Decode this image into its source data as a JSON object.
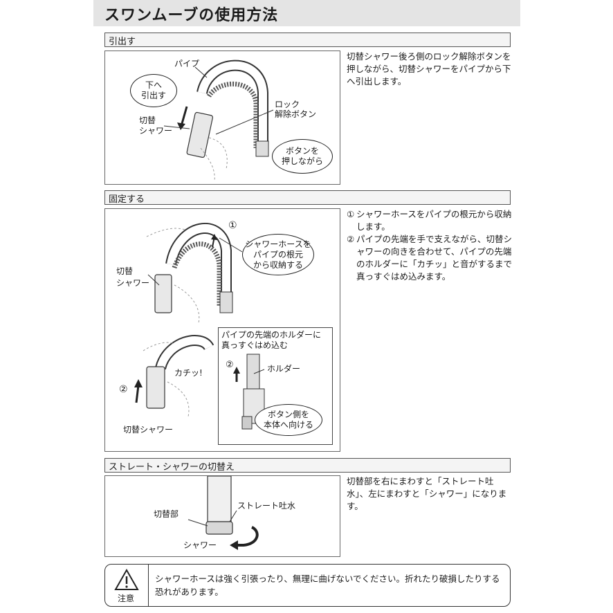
{
  "title": "スワンムーブの使用方法",
  "sections": [
    {
      "heading": "引出す",
      "labels": {
        "pipe": "パイプ",
        "lock_button": "ロック\n解除ボタン",
        "switch_shower": "切替\nシャワー"
      },
      "bubbles": {
        "pull_down": "下へ\n引出す",
        "press_button": "ボタンを\n押しながら"
      },
      "description": "切替シャワー後ろ側のロック解除ボタンを押しながら、切替シャワーをパイプから下へ引出します。"
    },
    {
      "heading": "固定する",
      "labels": {
        "circle1": "①",
        "circle2": "②",
        "switch_shower": "切替\nシャワー",
        "switch_shower_full": "切替シャワー",
        "click": "カチッ!",
        "holder": "ホルダー"
      },
      "bubbles": {
        "store_hose": "シャワーホースを\nパイプの根元\nから収納する",
        "button_side": "ボタン側を\n本体へ向ける"
      },
      "inset_title": "パイプの先端のホルダーに\n真っすぐはめ込む",
      "steps": [
        {
          "num": "①",
          "text": "シャワーホースをパイプの根元から収納します。"
        },
        {
          "num": "②",
          "text": "パイプの先端を手で支えながら、切替シャワーの向きを合わせて、パイプの先端のホルダーに「カチッ」と音がするまで真っすぐはめ込みます。"
        }
      ]
    },
    {
      "heading": "ストレート・シャワーの切替え",
      "labels": {
        "switch_part": "切替部",
        "straight": "ストレート吐水",
        "shower": "シャワー"
      },
      "description": "切替部を右にまわすと「ストレート吐水」、左にまわすと「シャワー」になります。"
    }
  ],
  "caution": {
    "label": "注意",
    "text": "シャワーホースは強く引張ったり、無理に曲げないでください。折れたり破損したりする恐れがあります。"
  }
}
